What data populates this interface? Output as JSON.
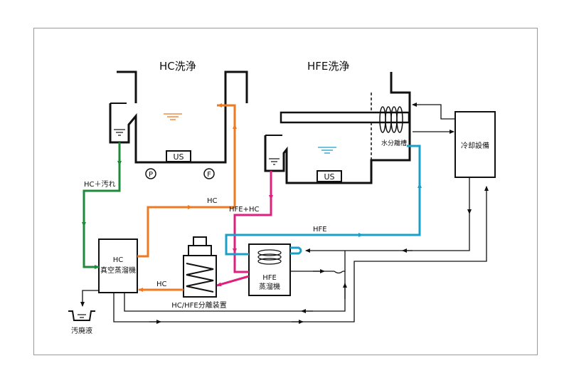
{
  "titles": {
    "hc_wash": "HC洗浄",
    "hfe_wash": "HFE洗浄"
  },
  "units": {
    "us_left": "US",
    "us_right": "US",
    "pump_p": "P",
    "filter_f": "F",
    "water_separator": "水分離槽",
    "cooling": "冷却設備",
    "hc_vacuum_still_line1": "HC",
    "hc_vacuum_still_line2": "真空蒸溜機",
    "hfe_still_line1": "HFE",
    "hfe_still_line2": "蒸溜機",
    "separator_device": "HC/HFE分離装置",
    "waste_liquid": "汚廃液"
  },
  "flows": {
    "hc_dirty": "HC＋汚れ",
    "hc_top": "HC",
    "hc_bottom": "HC",
    "hfe_hc": "HFE+HC",
    "hfe": "HFE"
  },
  "colors": {
    "green": "#1e8a3a",
    "orange": "#ee7a22",
    "magenta": "#e0207f",
    "cyan": "#1aa0c8",
    "line": "#111111"
  }
}
